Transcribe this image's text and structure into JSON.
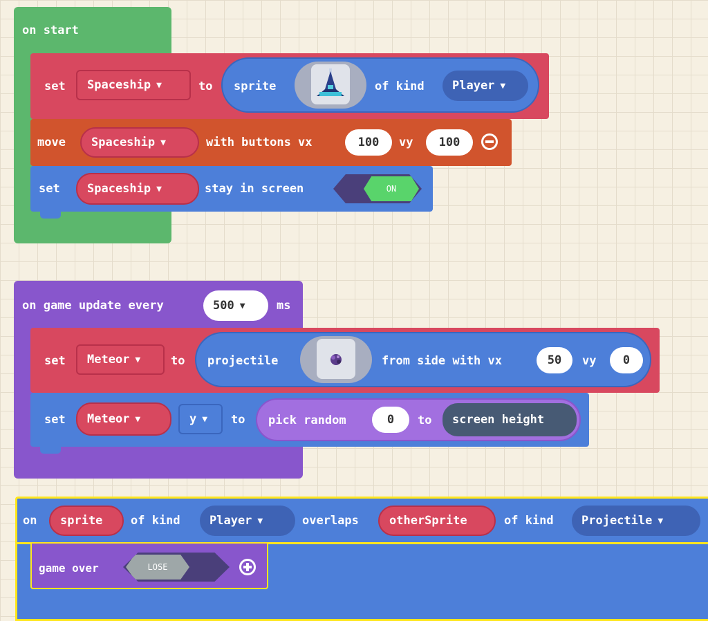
{
  "on_start": {
    "hat_label": "on start",
    "set_sprite": {
      "set_label": "set",
      "variable": "Spaceship",
      "to_label": "to",
      "sprite_label": "sprite",
      "of_kind_label": "of kind",
      "kind": "Player"
    },
    "move_buttons": {
      "move_label": "move",
      "variable": "Spaceship",
      "with_buttons_label": "with buttons vx",
      "vx": "100",
      "vy_label": "vy",
      "vy": "100"
    },
    "stay_in_screen": {
      "set_label": "set",
      "variable": "Spaceship",
      "stay_label": "stay in screen",
      "toggle": "ON"
    }
  },
  "on_update": {
    "prefix_label": "on game update every",
    "interval": "500",
    "unit_label": "ms",
    "set_projectile": {
      "set_label": "set",
      "variable": "Meteor",
      "to_label": "to",
      "projectile_label": "projectile",
      "from_side_label": "from side with vx",
      "vx": "50",
      "vy_label": "vy",
      "vy": "0"
    },
    "set_y": {
      "set_label": "set",
      "variable": "Meteor",
      "property": "y",
      "to_label": "to",
      "pick_random_label": "pick random",
      "min": "0",
      "to2_label": "to",
      "max": "screen height"
    }
  },
  "on_overlap": {
    "on_label": "on",
    "sprite_var": "sprite",
    "of_kind_label": "of kind",
    "kind1": "Player",
    "overlaps_label": "overlaps",
    "other_var": "otherSprite",
    "of_kind2_label": "of kind",
    "kind2": "Projectile",
    "game_over": {
      "label": "game over",
      "result": "LOSE"
    }
  },
  "colors": {
    "loops_green": "#5cb76d",
    "sprites_red": "#d8485f",
    "controller_orange": "#d1542d",
    "scene_blue": "#4d7fd9",
    "game_purple": "#8856cc",
    "math_purple": "#a26fe0",
    "dark_kind": "#3e63b5",
    "highlight": "#ffe61e"
  }
}
